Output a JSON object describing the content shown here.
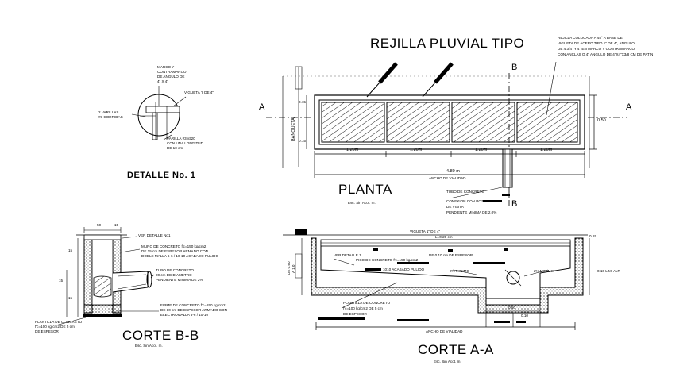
{
  "titles": {
    "rejilla": "REJILLA PLUVIAL TIPO",
    "planta": "PLANTA",
    "corte_aa": "CORTE A-A",
    "corte_bb": "CORTE B-B",
    "detalle": "DETALLE  No.  1",
    "escala": "Esc. Sin Acot. m."
  },
  "section_marks": {
    "a": "A",
    "b": "B"
  },
  "planta": {
    "seg_dims": [
      "1.20m",
      "1.20m",
      "1.20m",
      "1.20m"
    ],
    "total_dim": "4.80 m",
    "ancho_vialidad": "ANCHO DE VIALIDAD",
    "depth_right": "0.50",
    "left_dims": [
      "0.15",
      "0.15"
    ],
    "left_label": "BANQUETA",
    "note_top": [
      "REJILLA COLOCADA A 45° A BASE DE",
      "VIGUETA DE ACERO TIPO 1\" DE 4\", ANGULO",
      "DE 4 3/4\" Y 4\" EN MARCO Y CONTRAMARCO",
      "CON ANCLAS O 4\" ANGULO DE 4\"X4\"X3/8 CM DE PATIN"
    ],
    "note_tubo": [
      "TUBO DE CONCRETO",
      "CONEXION CON POZO",
      "DE VISITA",
      "PENDIENTE MINIMA DE 2.0%"
    ]
  },
  "corte_aa": {
    "top_label": "VIGUETA 1\" DE 4\"",
    "l_label": "L=0.20 cm",
    "right_dim": "0.15",
    "left_dims": [
      "DE 0.60",
      "A 1.0"
    ],
    "ver_detalle": "VER DETALLE 1",
    "piso_label": "PISO DE CONCRETO f'c=150 kg/cm2",
    "piso_label2": "DE 0.10 cm DE ESPESOR",
    "acabado": "1010  ACABADO PULIDO",
    "pendiente_left": "2% MINIMO",
    "pendiente_right": "2% MINIMO",
    "plantilla": [
      "PLANTILLA DE CONCRETO",
      "f'c=100 kg/cm2 DE 5 cm",
      "DE ESPESOR"
    ],
    "bottom_dims": [
      "0.50",
      "0.10"
    ],
    "ancho": "ANCHO DE VIALIDAD",
    "right_note": "0.10 LIM. ALT."
  },
  "corte_bb": {
    "top_dims": [
      "50",
      "15"
    ],
    "ver_detalle": "VER DETALLE No1",
    "muro": [
      "MURO DE CONCRETO f'c=150 kg/cm2",
      "DE 15 cm DE ESPESOR ARMADO CON",
      "DOBLE MALLA 6-6 / 10-10  ACABADO PULIDO"
    ],
    "tubo": [
      "TUBO DE CONCRETO",
      "20 cm DE DIAMETRO",
      "PENDIENTE MINIMA DE 2%"
    ],
    "firme": [
      "FIRME DE CONCRETO f'c=150 kg/cm2",
      "DE 10 cm DE ESPESOR  ARMADO CON",
      "ELECTROMALLA 6-6 / 10-10"
    ],
    "plantilla": [
      "PLANTILLA DE CONCRETO",
      "f'c=100 kg/cm2 DE 5 cm",
      "DE ESPESOR"
    ],
    "left_dims": [
      "15",
      "15",
      "15"
    ]
  },
  "detalle": {
    "marco": [
      "MARCO Y",
      "CONTRAMARCO",
      "DE ANGULO DE",
      "4\" X 4\""
    ],
    "vigueta": "VIGUETA 'I' DE 4\"",
    "varillas": [
      "2 VARILLAS",
      "#3 CORRIDAS"
    ],
    "varilla_ancla": [
      "VARILLA #3 @20",
      "CON UNA LONGITUD",
      "DE 10 cm"
    ]
  }
}
